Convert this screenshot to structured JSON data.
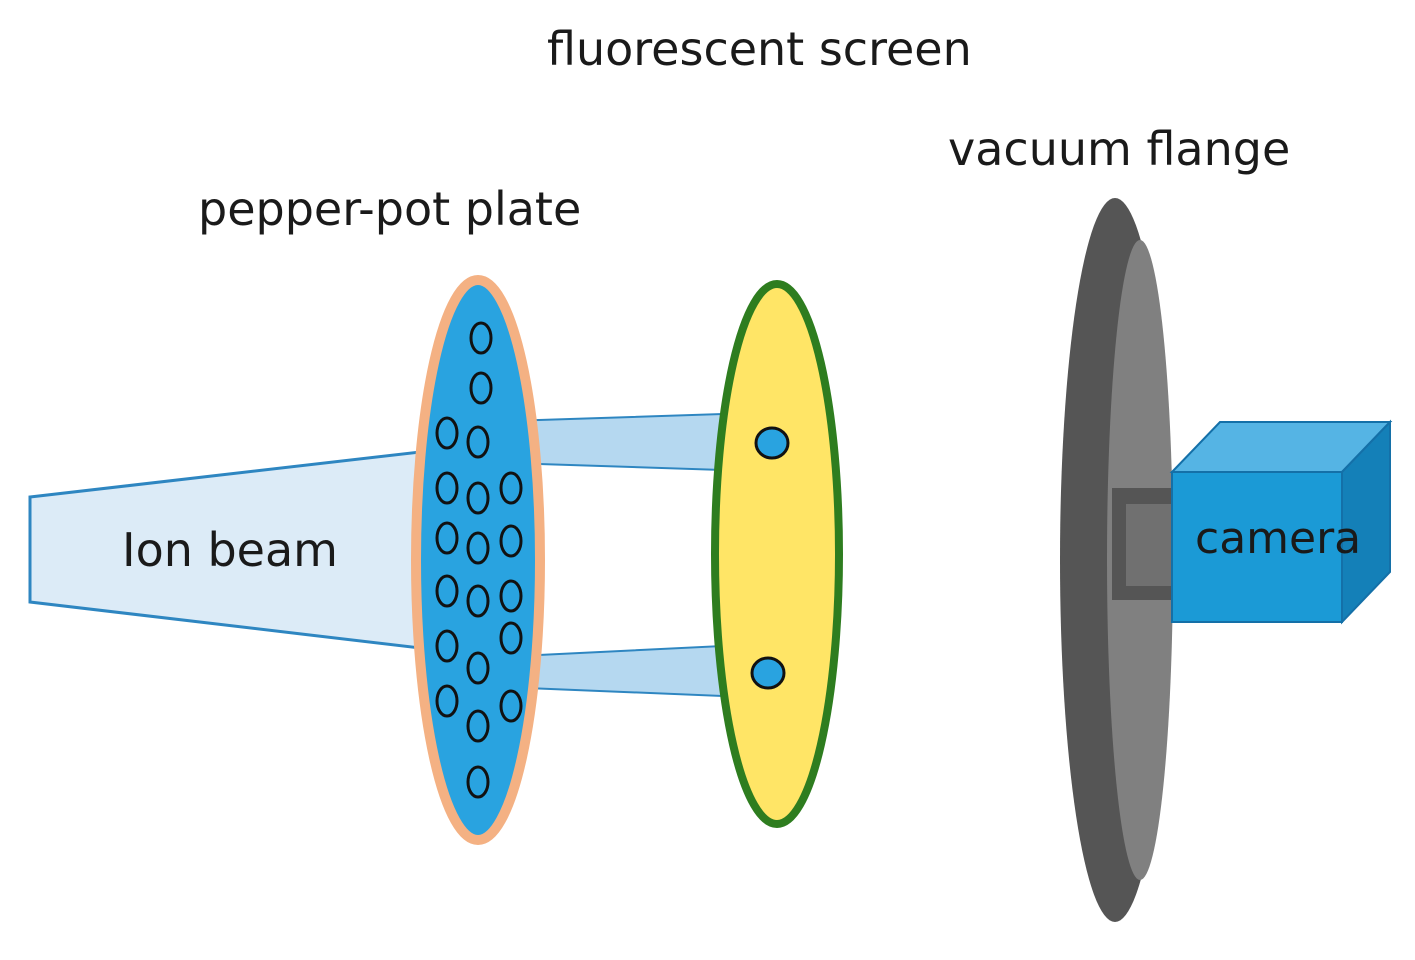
{
  "labels": {
    "fluorescent_screen": "fluorescent screen",
    "vacuum_flange": "vacuum flange",
    "pepper_pot_plate": "pepper-pot plate",
    "ion_beam": "Ion beam",
    "camera": "camera"
  },
  "colors": {
    "ion_beam_fill": "#dcebf7",
    "ion_beam_stroke": "#2e86c1",
    "plate_fill": "#29a3e0",
    "plate_rim": "#f4b183",
    "hole_stroke": "#111111",
    "beamlet_fill": "#b5d8f0",
    "screen_fill": "#ffe566",
    "screen_rim": "#2e7d1f",
    "spot_fill": "#29a3e0",
    "flange_dark": "#555555",
    "flange_light": "#808080",
    "camera_front": "#1b9ad6",
    "camera_top": "#55b4e4",
    "camera_side": "#1480b8"
  }
}
